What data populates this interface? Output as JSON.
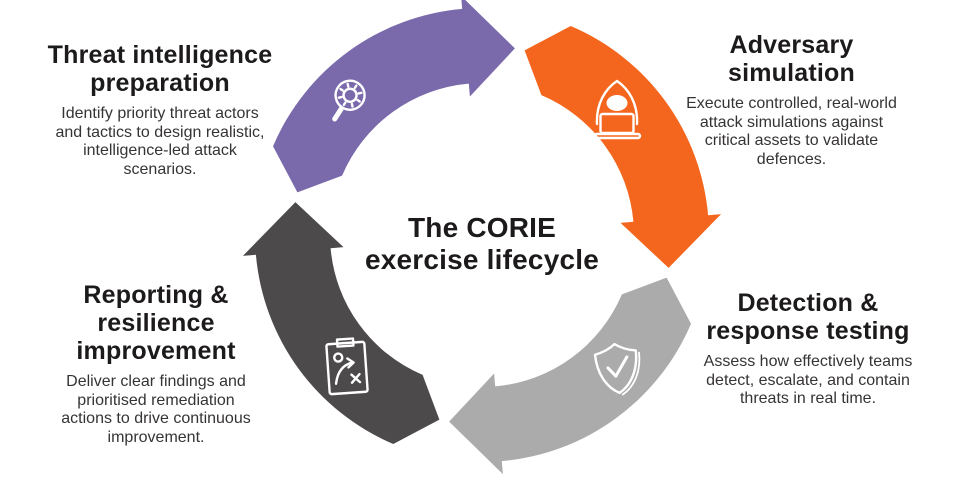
{
  "diagram": {
    "title_lines": [
      "The CORIE",
      "exercise lifecycle"
    ],
    "colors": {
      "background": "#ffffff",
      "purple": "#7a6aac",
      "orange": "#f4661e",
      "gray": "#ababab",
      "dark": "#4d4a4b",
      "icon_stroke": "#ffffff",
      "heading_text": "#1c1a1b",
      "body_text": "#363334"
    },
    "segments": [
      {
        "name": "Threat intelligence preparation",
        "color": "#7a6aac",
        "icon": "magnifier-bug",
        "heading_lines": [
          "Threat intelligence",
          "preparation"
        ],
        "body_lines": [
          "Identify priority threat actors",
          "and tactics to design realistic,",
          "intelligence-led attack",
          "scenarios."
        ]
      },
      {
        "name": "Adversary simulation",
        "color": "#f4661e",
        "icon": "hooded-hacker-laptop",
        "heading_lines": [
          "Adversary",
          "simulation"
        ],
        "body_lines": [
          "Execute controlled, real-world",
          "attack simulations against",
          "critical assets to validate",
          "defences."
        ]
      },
      {
        "name": "Detection & response testing",
        "color": "#ababab",
        "icon": "shield-check",
        "heading_lines": [
          "Detection &",
          "response testing"
        ],
        "body_lines": [
          "Assess how effectively teams",
          "detect, escalate, and contain",
          "threats in real time."
        ]
      },
      {
        "name": "Reporting & resilience improvement",
        "color": "#4d4a4b",
        "icon": "strategy-clipboard",
        "heading_lines": [
          "Reporting &",
          "resilience",
          "improvement"
        ],
        "body_lines": [
          "Deliver clear findings and",
          "prioritised remediation",
          "actions to drive continuous",
          "improvement."
        ]
      }
    ]
  }
}
